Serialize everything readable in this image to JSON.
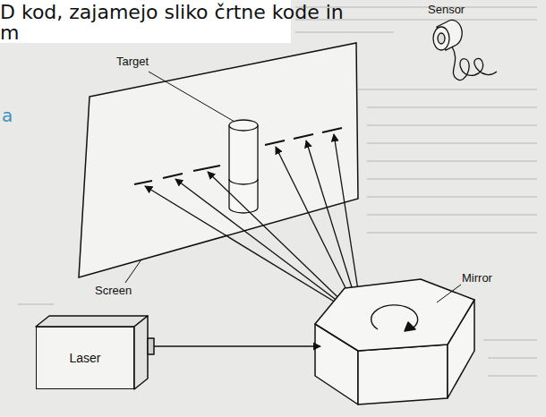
{
  "diagram": {
    "nodes": [
      {
        "text": [
          "Laser"
        ]
      }
    ],
    "labels": [
      "D kod, zajamejo sliko črtne kode in",
      "m",
      "a",
      "Target",
      "Sensor",
      "Screen",
      "Mirror"
    ]
  }
}
